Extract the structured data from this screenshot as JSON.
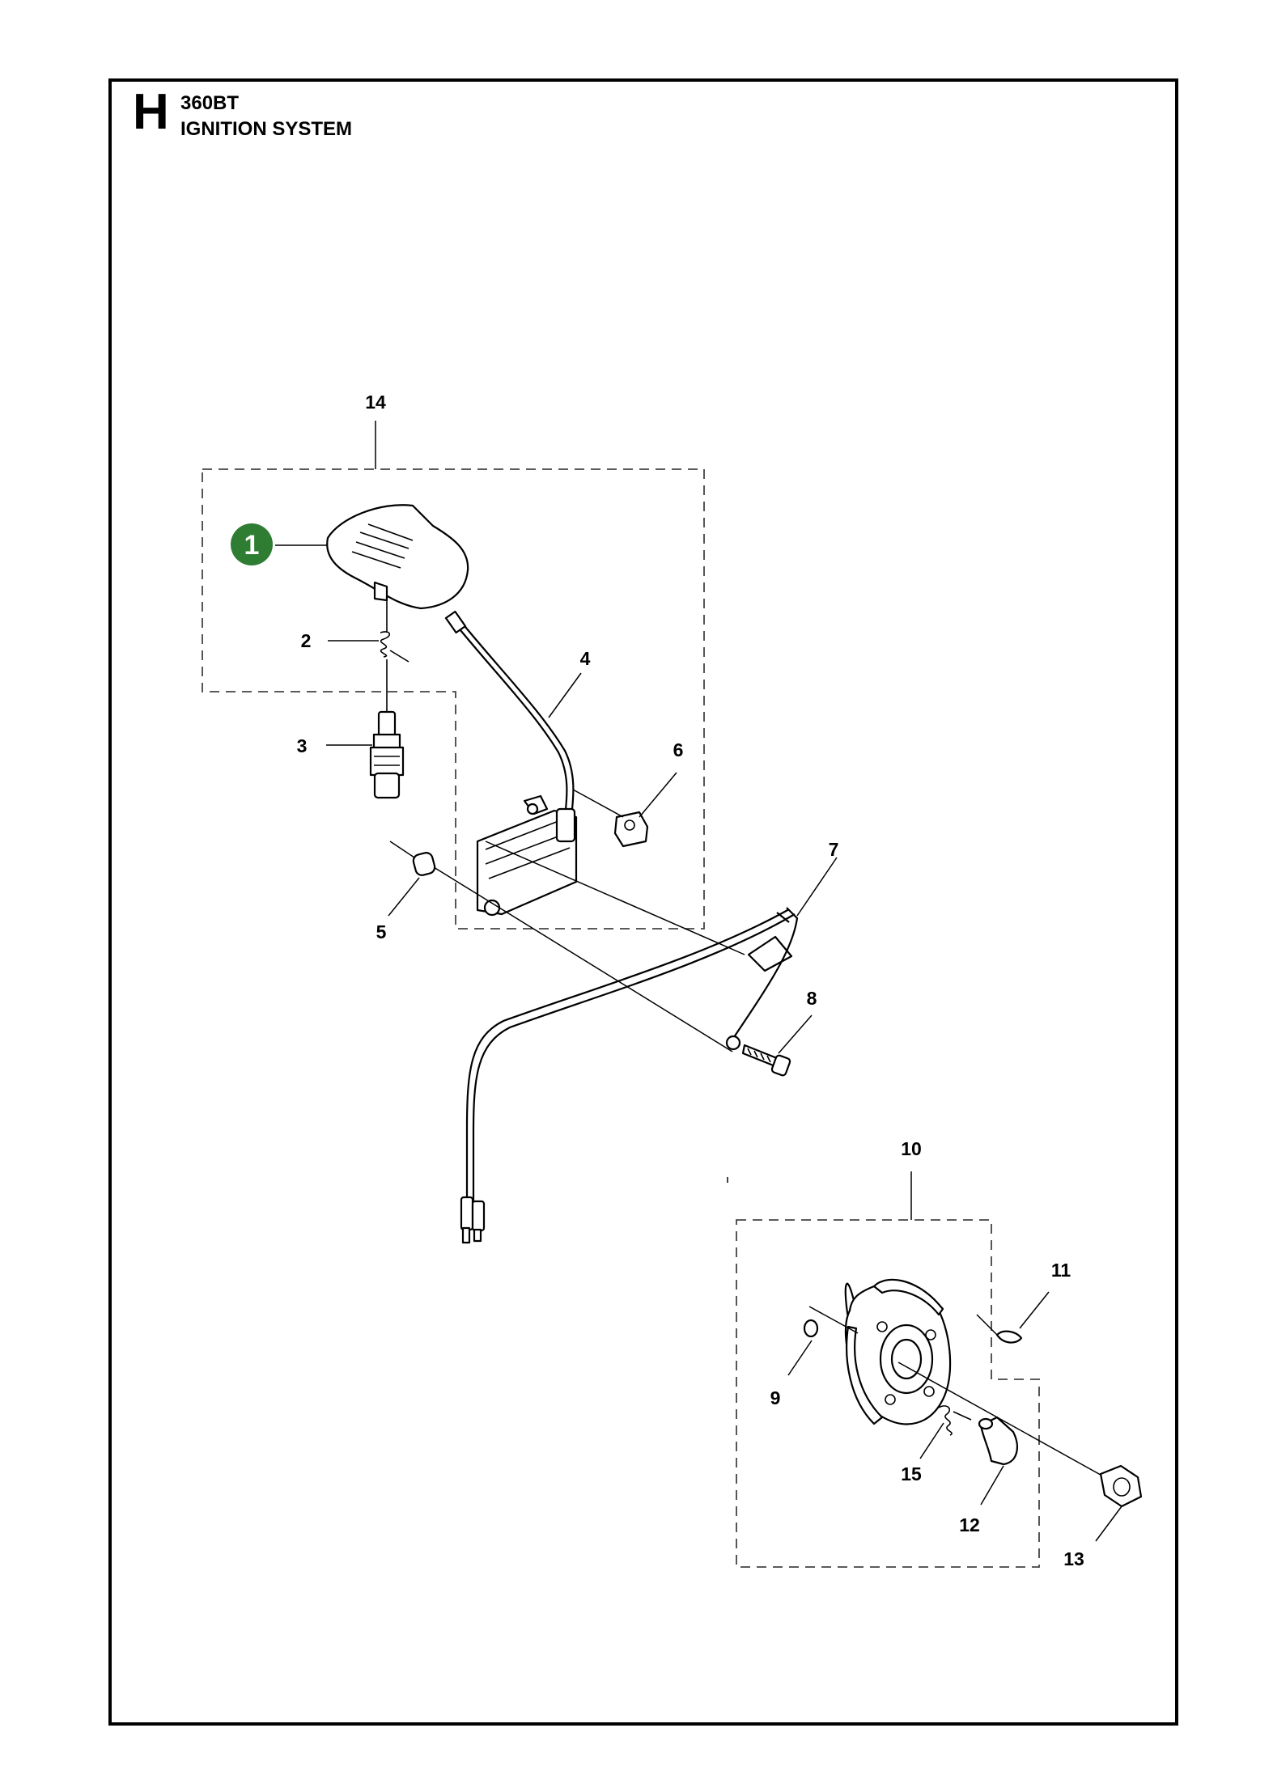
{
  "header": {
    "section_letter": "H",
    "model": "360BT",
    "title": "IGNITION SYSTEM"
  },
  "highlight_color": "#2e7d32",
  "badge": {
    "number": "1"
  },
  "callouts": [
    "2",
    "3",
    "4",
    "5",
    "6",
    "7",
    "8",
    "9",
    "10",
    "11",
    "12",
    "13",
    "14",
    "15"
  ]
}
